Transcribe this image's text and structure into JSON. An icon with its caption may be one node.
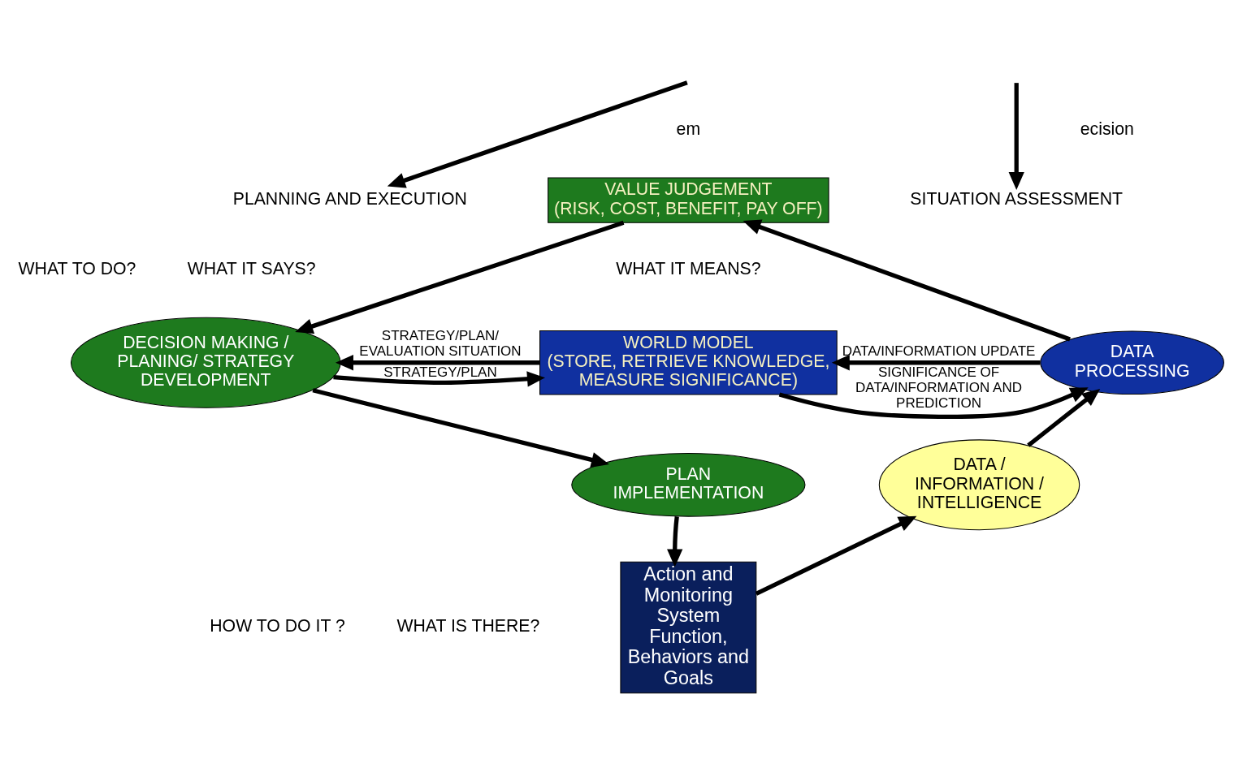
{
  "diagram": {
    "nodes": [
      {
        "text": [
          "VALUE JUDGEMENT",
          "(RISK, COST, BENEFIT, PAY OFF)"
        ]
      },
      {
        "text": [
          "DATA PROCESSING"
        ]
      },
      {
        "text": [
          "WORLD MODEL",
          "(STORE, RETRIEVE KNOWLEDGE, MEASURE SIGNIFICANCE)"
        ]
      },
      {
        "text": [
          "DECISION MAKING / PLANING/ STRATEGY DEVELOPMENT"
        ]
      },
      {
        "text": [
          "DATA / INFORMATION / INTELLIGENCE"
        ]
      },
      {
        "text": [
          "PLAN IMPLEMENTATION"
        ]
      },
      {
        "text": [
          "Action and Monitoring System Function, Behaviors and Goals"
        ]
      },
      {
        "text": [
          "SITUATION ASSESSMENT"
        ]
      },
      {
        "text": [
          "PLANNING AND EXECUTION"
        ]
      }
    ],
    "edges": [
      {
        "from": 1,
        "to": 0,
        "arrow": "to"
      },
      {
        "from": 0,
        "to": 3,
        "arrow": "to"
      },
      {
        "from": 3,
        "to": 5,
        "arrow": "to"
      },
      {
        "from": 5,
        "to": 6,
        "arrow": "to"
      },
      {
        "from": 6,
        "to": 4,
        "arrow": "to"
      },
      {
        "from": 4,
        "to": 1,
        "arrow": "to"
      },
      {
        "from": 2,
        "to": 1,
        "arrow": "to",
        "label": "SIGNIFICANCE OF DATA/INFORMATION AND PREDICTION"
      },
      {
        "from": 1,
        "to": 2,
        "arrow": "to",
        "label": "DATA/INFORMATION UPDATE"
      },
      {
        "from": 2,
        "to": 3,
        "arrow": "to",
        "label": "STRATEGY/PLAN/ EVALUATION SITUATION"
      },
      {
        "from": 3,
        "to": 2,
        "arrow": "to",
        "label": "STRATEGY/PLAN"
      },
      {
        "from": null,
        "to": 7,
        "arrow": "to"
      },
      {
        "from": null,
        "to": 8,
        "arrow": "to"
      }
    ],
    "labels": [
      "ecision",
      "em",
      "WHAT IT SAYS?",
      "WHAT IT MEANS?",
      "WHAT TO DO?",
      "WHAT IS THERE?",
      "HOW TO DO IT ?"
    ]
  }
}
